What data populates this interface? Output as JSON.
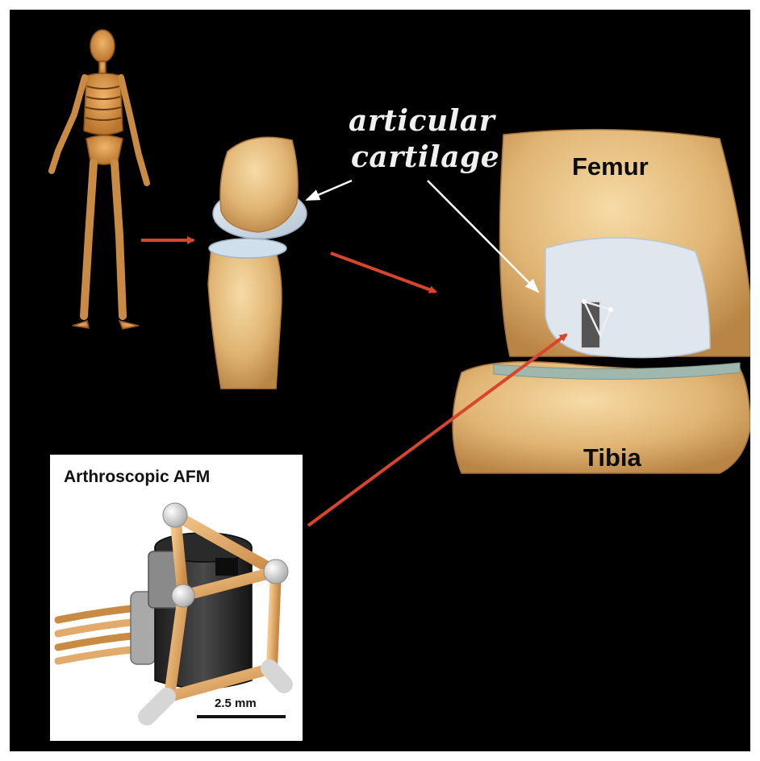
{
  "labels": {
    "cartilage_line1": "articular",
    "cartilage_line2": "cartilage",
    "femur": "Femur",
    "tibia": "Tibia"
  },
  "inset": {
    "title": "Arthroscopic AFM",
    "scale_label": "2.5 mm"
  },
  "colors": {
    "background": "#000000",
    "bone": "#e3b978",
    "cartilage": "#d3dde7",
    "pointer_arrows": "#d9452b",
    "label_arrows": "#ffffff",
    "afm_frame": "#e2ab6b"
  }
}
